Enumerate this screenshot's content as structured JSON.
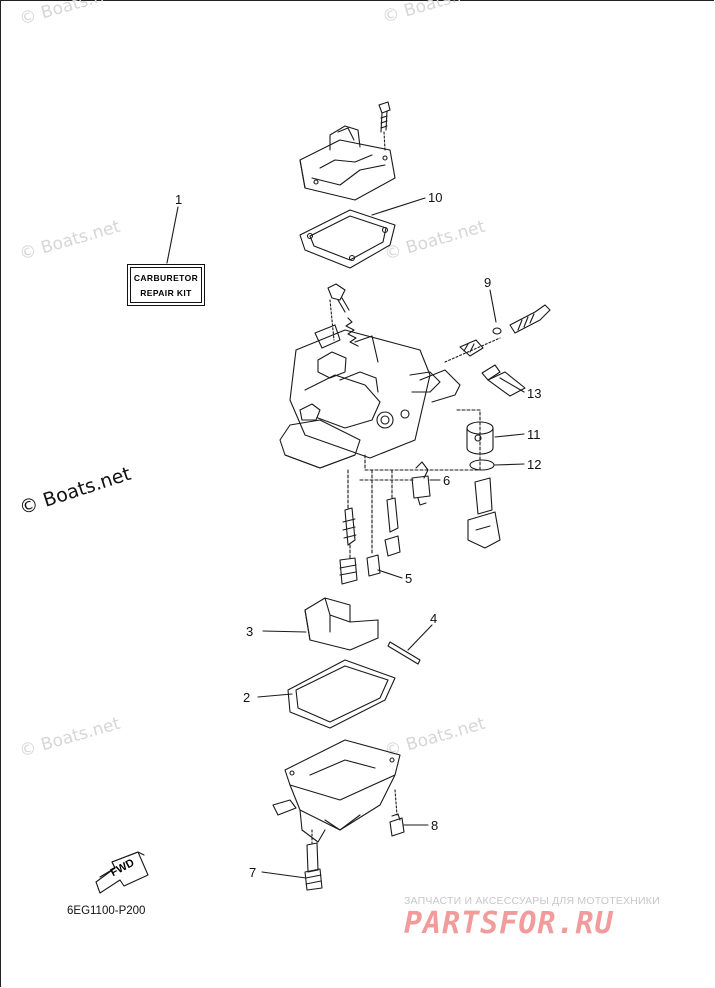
{
  "watermark": {
    "text": "© Boats.net",
    "prominent_text": "© Boats.net"
  },
  "kit_label": {
    "line1": "CARBURETOR",
    "line2": "REPAIR KIT"
  },
  "callouts": [
    {
      "id": "1",
      "label": "1"
    },
    {
      "id": "2",
      "label": "2"
    },
    {
      "id": "3",
      "label": "3"
    },
    {
      "id": "4",
      "label": "4"
    },
    {
      "id": "5",
      "label": "5"
    },
    {
      "id": "6",
      "label": "6"
    },
    {
      "id": "7",
      "label": "7"
    },
    {
      "id": "8",
      "label": "8"
    },
    {
      "id": "9",
      "label": "9"
    },
    {
      "id": "10",
      "label": "10"
    },
    {
      "id": "11",
      "label": "11"
    },
    {
      "id": "12",
      "label": "12"
    },
    {
      "id": "13",
      "label": "13"
    }
  ],
  "fwd_arrow": {
    "label": "FWD"
  },
  "diagram_code": "6EG1100-P200",
  "branding": {
    "subtitle": "ЗАПЧАСТИ И АКСЕССУАРЫ ДЛЯ МОТОТЕХНИКИ",
    "name": "PARTSFOR.RU"
  },
  "colors": {
    "line": "#1a1a1a",
    "watermark": "#d6d6d6",
    "brand": "#f29b9b"
  }
}
